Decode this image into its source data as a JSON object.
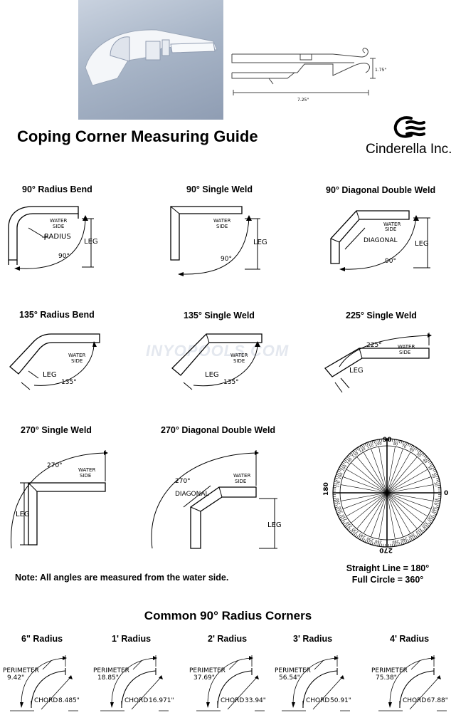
{
  "header": {
    "title": "Coping Corner Measuring Guide",
    "brand": "Cinderella Inc.",
    "profile_width": "7.25\"",
    "profile_height": "1.75\""
  },
  "watermark": "INYOPOOLS.COM",
  "common_labels": {
    "water_side_1": "WATER",
    "water_side_2": "SIDE",
    "leg": "LEG",
    "radius": "RADIUS",
    "diagonal": "DIAGONAL",
    "perimeter": "PERIMETER",
    "chord": "CHORD"
  },
  "corners": [
    {
      "title": "90° Radius Bend",
      "angle": "90°"
    },
    {
      "title": "90° Single Weld",
      "angle": "90°"
    },
    {
      "title": "90° Diagonal Double Weld",
      "angle": "90°"
    },
    {
      "title": "135° Radius Bend",
      "angle": "135°"
    },
    {
      "title": "135° Single Weld",
      "angle": "135°"
    },
    {
      "title": "225° Single Weld",
      "angle": "225°"
    },
    {
      "title": "270° Single Weld",
      "angle": "270°"
    },
    {
      "title": "270° Diagonal Double Weld",
      "angle": "270°"
    }
  ],
  "protractor": {
    "top": "90",
    "left": "180",
    "right": "0",
    "bottom": "270",
    "small_ticks": [
      "100",
      "80",
      "110",
      "70",
      "120",
      "60",
      "130",
      "50",
      "140",
      "40",
      "150",
      "30",
      "160",
      "20",
      "170",
      "10",
      "190",
      "350",
      "200",
      "340",
      "210",
      "330",
      "220",
      "320",
      "230",
      "310",
      "240",
      "300",
      "250",
      "290",
      "260",
      "280"
    ]
  },
  "facts": {
    "straight": "Straight Line = 180°",
    "circle": "Full Circle = 360°"
  },
  "note": "Note:  All angles are measured from the water side.",
  "radius_section": {
    "title": "Common 90° Radius Corners",
    "items": [
      {
        "title": "6\" Radius",
        "perimeter": "9.42\"",
        "chord": "8.485\""
      },
      {
        "title": "1' Radius",
        "perimeter": "18.85\"",
        "chord": "16.971\""
      },
      {
        "title": "2' Radius",
        "perimeter": "37.69\"",
        "chord": "33.94\""
      },
      {
        "title": "3' Radius",
        "perimeter": "56.54\"",
        "chord": "50.91\""
      },
      {
        "title": "4' Radius",
        "perimeter": "75.38\"",
        "chord": "67.88\""
      }
    ]
  }
}
